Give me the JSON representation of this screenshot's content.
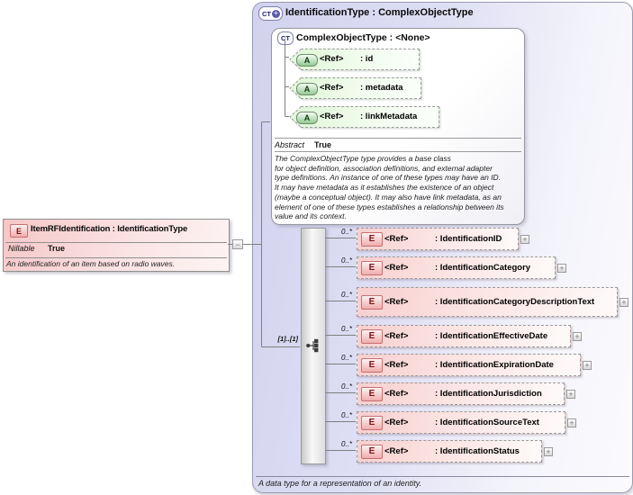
{
  "left_box": {
    "icon_label": "E",
    "title": "ItemRFIdentification : IdentificationType",
    "property_label": "Nillable",
    "property_value": "True",
    "description": "An identification of an item based on radio waves.",
    "collapse_toggle": "−"
  },
  "panel": {
    "icon_label": "CT",
    "icon_plus": "+",
    "title": "IdentificationType : ComplexObjectType",
    "footer": "A data type for a representation of an identity."
  },
  "base_type_box": {
    "icon_label": "CT",
    "title": "ComplexObjectType : <None>",
    "attributes": [
      {
        "icon_label": "A",
        "ref_label": "<Ref>",
        "name": ": id"
      },
      {
        "icon_label": "A",
        "ref_label": "<Ref>",
        "name": ": metadata"
      },
      {
        "icon_label": "A",
        "ref_label": "<Ref>",
        "name": ": linkMetadata"
      }
    ],
    "property_label": "Abstract",
    "property_value": "True",
    "description": "The ComplexObjectType type provides a base class\nfor object definition, association definitions, and external adapter\ntype definitions. An instance of one of these types may have an ID.\nIt may have metadata as it establishes the existence of an object\n(maybe a conceptual object). It may also have link metadata, as an\nelement of one of these types establishes a relationship between its\nvalue and its context."
  },
  "sequence": {
    "cardinality": "[1]..[1]",
    "elements": [
      {
        "icon_label": "E",
        "occurs": "0..*",
        "ref_label": "<Ref>",
        "name": ": IdentificationID",
        "expand_toggle": "+"
      },
      {
        "icon_label": "E",
        "occurs": "0..*",
        "ref_label": "<Ref>",
        "name": ": IdentificationCategory",
        "expand_toggle": "+"
      },
      {
        "icon_label": "E",
        "occurs": "0..*",
        "ref_label": "<Ref>",
        "name": ": IdentificationCategoryDescriptionText",
        "expand_toggle": "+"
      },
      {
        "icon_label": "E",
        "occurs": "0..*",
        "ref_label": "<Ref>",
        "name": ": IdentificationEffectiveDate",
        "expand_toggle": "+"
      },
      {
        "icon_label": "E",
        "occurs": "0..*",
        "ref_label": "<Ref>",
        "name": ": IdentificationExpirationDate",
        "expand_toggle": "+"
      },
      {
        "icon_label": "E",
        "occurs": "0..*",
        "ref_label": "<Ref>",
        "name": ": IdentificationJurisdiction",
        "expand_toggle": "+"
      },
      {
        "icon_label": "E",
        "occurs": "0..*",
        "ref_label": "<Ref>",
        "name": ": IdentificationSourceText",
        "expand_toggle": "+"
      },
      {
        "icon_label": "E",
        "occurs": "0..*",
        "ref_label": "<Ref>",
        "name": ": IdentificationStatus",
        "expand_toggle": "+"
      }
    ]
  },
  "colors": {
    "element_accent": "#c87070",
    "element_row_background": "#f7cfcf",
    "attribute_accent": "#6f8f6f",
    "attribute_row_background": "#e0f7d8",
    "complex_type_accent": "#5b5bab",
    "panel_background": "#d9d9f0",
    "connector_line": "#808080"
  }
}
